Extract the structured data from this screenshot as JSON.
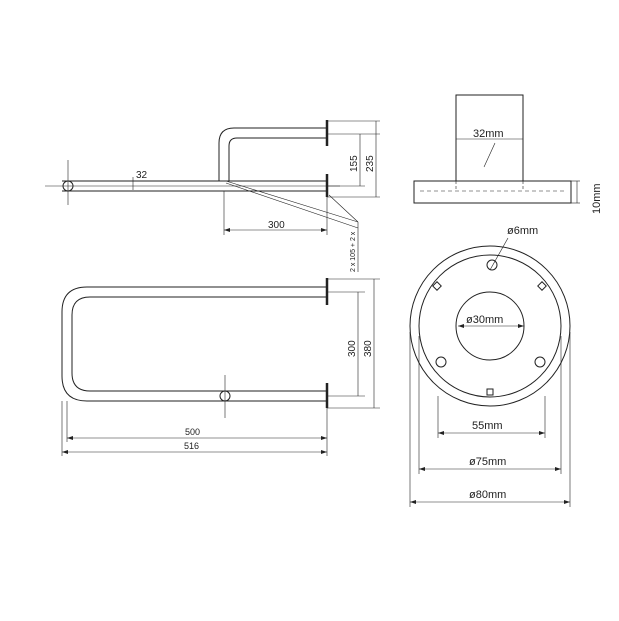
{
  "side_view": {
    "dim_offset": "32",
    "dim_projection": "300",
    "dim_upper": "155",
    "dim_total_height": "235",
    "dim_screw": "2 x 105 + 2 x"
  },
  "top_view": {
    "dim_inner_width": "300",
    "dim_outer_width": "380",
    "dim_length_inner": "500",
    "dim_length_outer": "516"
  },
  "plate_section": {
    "dim_tube": "32mm",
    "dim_thickness": "10mm"
  },
  "plate_front": {
    "dim_hole": "ø6mm",
    "dim_center_hole": "ø30mm",
    "dim_hole_spacing": "55mm",
    "dim_inner_diameter": "ø75mm",
    "dim_outer_diameter": "ø80mm"
  }
}
